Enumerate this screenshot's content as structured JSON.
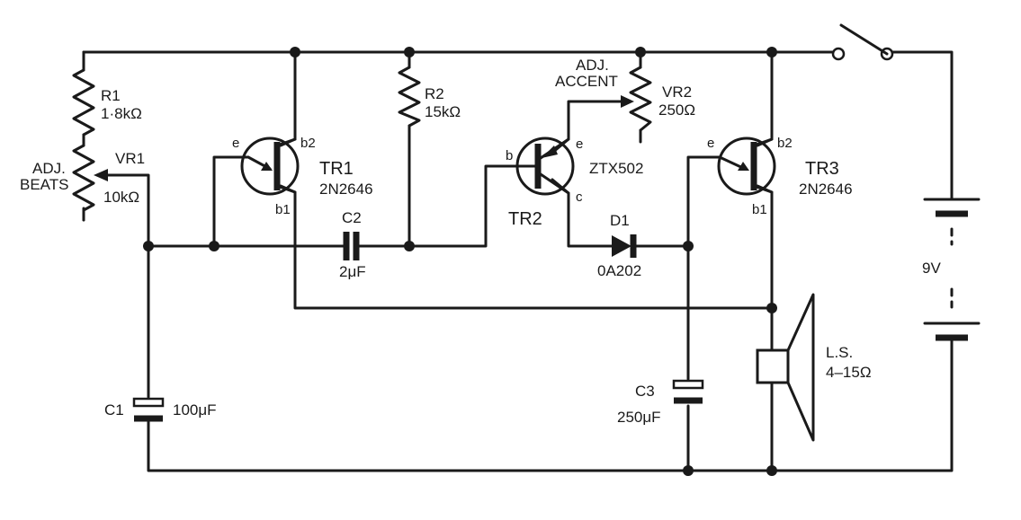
{
  "colors": {
    "ink": "#1a1a1a",
    "background": "#ffffff"
  },
  "r1": {
    "ref": "R1",
    "value": "1·8kΩ"
  },
  "vr1": {
    "ref": "VR1",
    "value": "10kΩ",
    "adj_line1": "ADJ.",
    "adj_line2": "BEATS"
  },
  "tr1": {
    "ref": "TR1",
    "part": "2N2646",
    "pin_e": "e",
    "pin_b1": "b1",
    "pin_b2": "b2"
  },
  "c2": {
    "ref": "C2",
    "value": "2μF"
  },
  "r2": {
    "ref": "R2",
    "value": "15kΩ"
  },
  "vr2": {
    "ref": "VR2",
    "value": "250Ω",
    "adj_line1": "ADJ.",
    "adj_line2": "ACCENT"
  },
  "tr2": {
    "ref": "TR2",
    "part": "ZTX502",
    "pin_b": "b",
    "pin_e": "e",
    "pin_c": "c"
  },
  "d1": {
    "ref": "D1",
    "part": "0A202"
  },
  "tr3": {
    "ref": "TR3",
    "part": "2N2646",
    "pin_e": "e",
    "pin_b1": "b1",
    "pin_b2": "b2"
  },
  "c1": {
    "ref": "C1",
    "value": "100μF"
  },
  "c3": {
    "ref": "C3",
    "value": "250μF"
  },
  "ls": {
    "ref": "L.S.",
    "value": "4–15Ω"
  },
  "battery": {
    "value": "9V"
  },
  "switch_icon": "spst-switch-icon"
}
